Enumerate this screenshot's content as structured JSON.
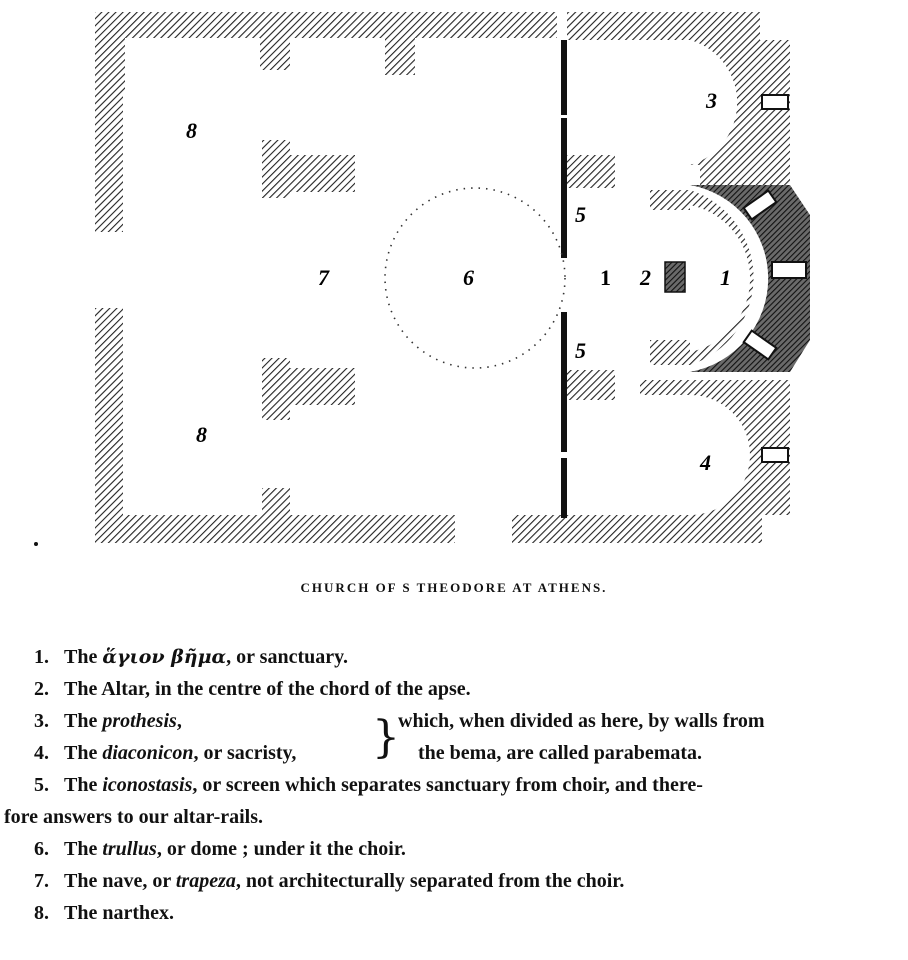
{
  "plan": {
    "labels": {
      "l1_sanctuary": "1",
      "l1_apse": "1",
      "l2": "2",
      "l3": "3",
      "l4": "4",
      "l5_top": "5",
      "l5_bottom": "5",
      "l6": "6",
      "l7": "7",
      "l8_top": "8",
      "l8_bottom": "8"
    }
  },
  "caption": "CHURCH OF S THEODORE AT ATHENS.",
  "legend": {
    "item1": {
      "num": "1.",
      "pre": "The ",
      "greek": "ἅγιον βῆμα",
      "post": ", or sanctuary."
    },
    "item2": {
      "num": "2.",
      "text": "The Altar, in the centre of the chord of the apse."
    },
    "item3": {
      "num": "3.",
      "pre": "The ",
      "it": "prothesis",
      "post": ","
    },
    "item4": {
      "num": "4.",
      "pre": "The ",
      "it": "diaconicon",
      "post": ", or sacristy,"
    },
    "bracket_note_1": "which, when divided as here, by walls from",
    "bracket_note_2": "the bema, are called parabemata.",
    "item5": {
      "num": "5.",
      "pre": "The ",
      "it": "iconostasis",
      "post": ", or screen which separates sanctuary from choir, and there-"
    },
    "item5_cont": "fore answers to our altar-rails.",
    "item6": {
      "num": "6.",
      "pre": "The ",
      "it": "trullus",
      "post": ", or dome ;  under it the choir."
    },
    "item7": {
      "num": "7.",
      "pre": "The nave, or ",
      "it": "trapeza",
      "post": ", not architecturally separated from the choir."
    },
    "item8": {
      "num": "8.",
      "text": "The narthex."
    }
  }
}
